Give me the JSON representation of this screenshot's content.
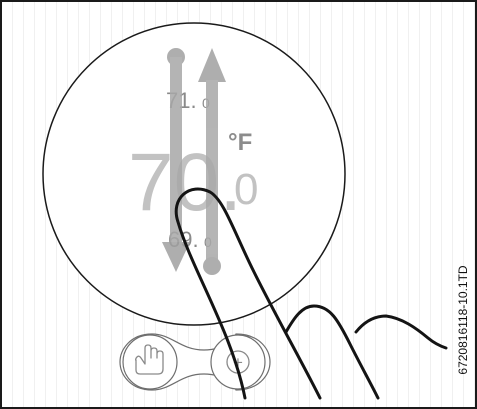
{
  "display": {
    "setpoint_high_main": "71.",
    "setpoint_high_decimal": "0",
    "current_temp_main": "70.",
    "current_temp_decimal": "0",
    "unit": "°F",
    "setpoint_low_main": "69.",
    "setpoint_low_decimal": "0"
  },
  "buttons": {
    "left_icon": "hand-icon",
    "right_icon": "plus-icon",
    "plus_symbol": "+"
  },
  "figure_code": "6720816118-10.1TD",
  "colors": {
    "outline": "#1a1a1a",
    "gray_text": "#b8b8b8",
    "arrow": "#9e9e9e",
    "unit_text": "#8c8c8c"
  }
}
